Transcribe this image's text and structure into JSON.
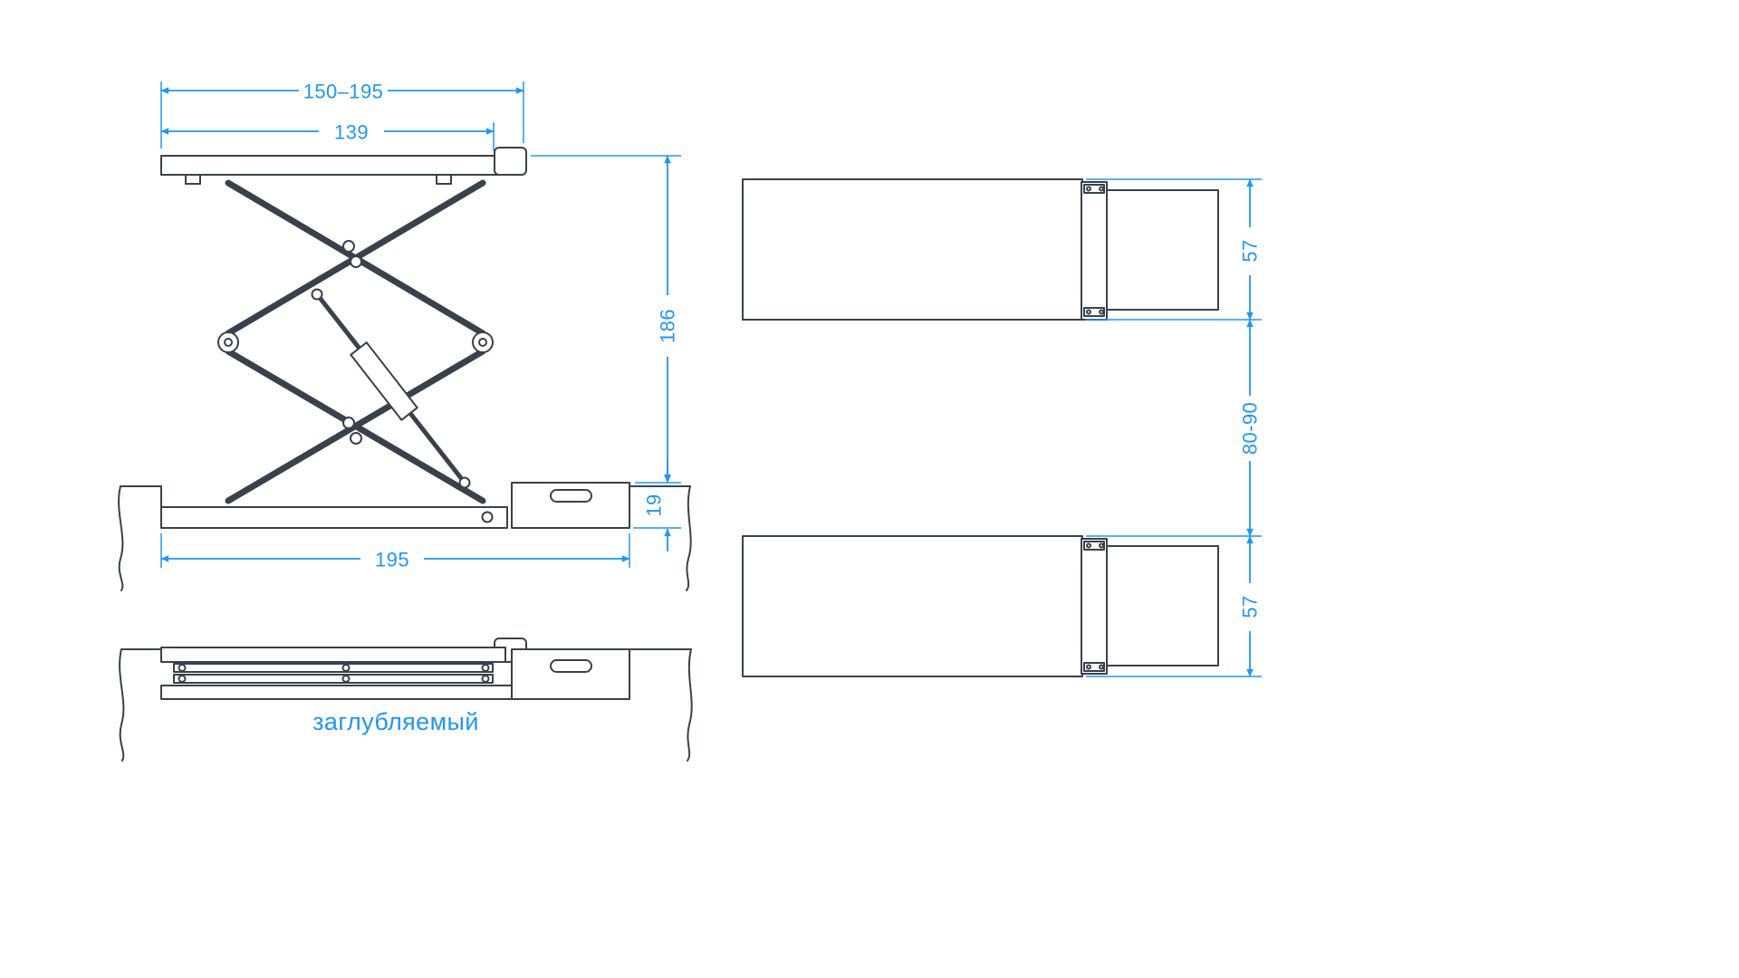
{
  "colors": {
    "background": "#ffffff",
    "dimension": "#2196f3",
    "outline": "#39414b"
  },
  "caption": "заглубляемый",
  "side_view": {
    "top_width_range": "150–195",
    "platform_width": "139",
    "lift_height": "186",
    "pit_depth": "19",
    "base_length": "195"
  },
  "top_view": {
    "platform_width_upper": "57",
    "platform_gap": "80-90",
    "platform_width_lower": "57"
  }
}
